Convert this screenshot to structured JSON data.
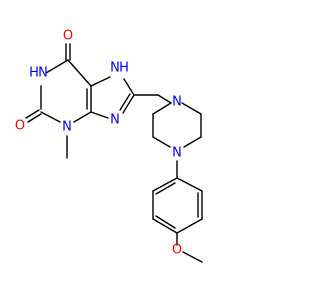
{
  "molecule": {
    "colors": {
      "bond": "#000000",
      "oxygen": "#ff0000",
      "nitrogen": "#0000ff",
      "carbon": "#000000"
    },
    "labels": {
      "o_top": "O",
      "o_left": "O",
      "o_methoxy": "O",
      "nh_imide": "H",
      "nh_imide_n": "N",
      "n7h": "H",
      "n7h_n": "N",
      "n3": "N",
      "n9": "N",
      "pip_n1": "N",
      "pip_n4": "N"
    }
  }
}
